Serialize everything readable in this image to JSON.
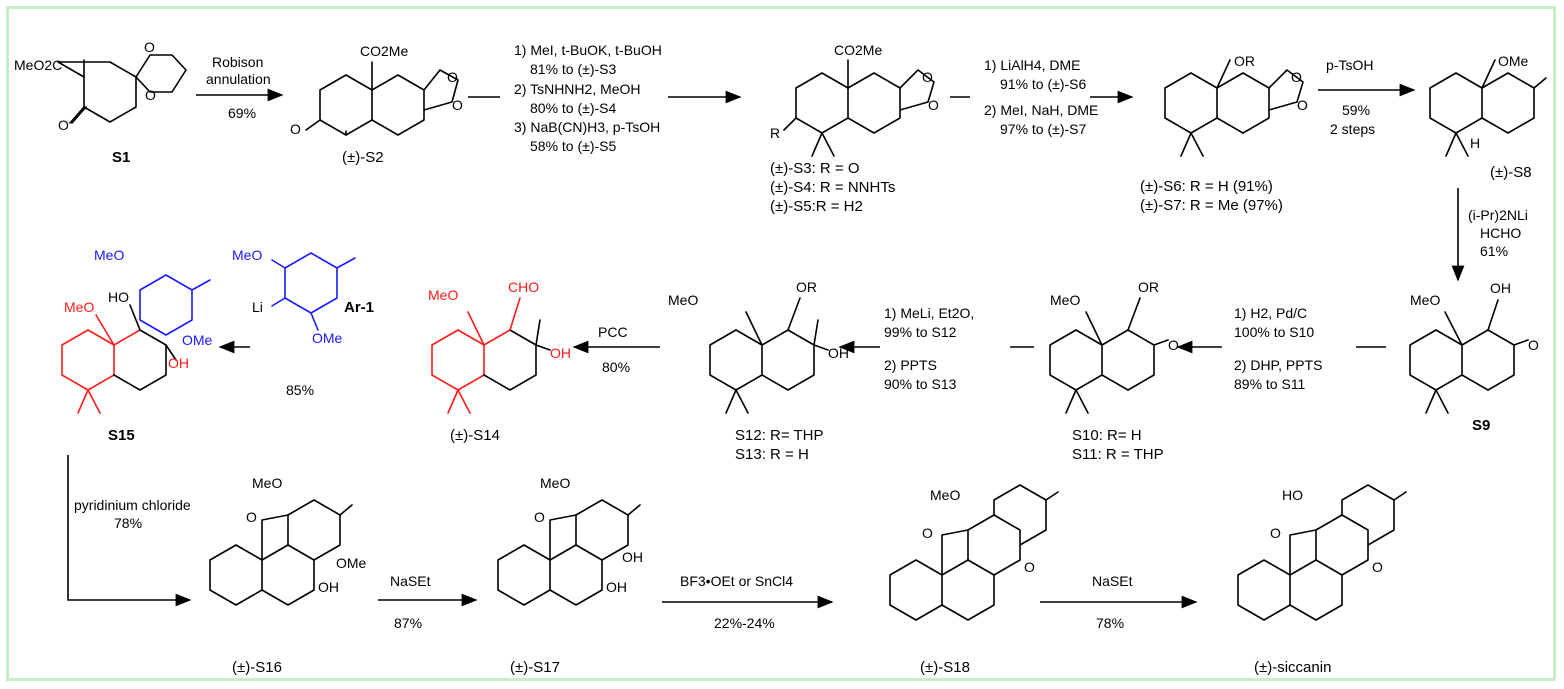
{
  "colors": {
    "frame": "#c9ecc9",
    "highlight_red": "#ff1a1a",
    "highlight_blue": "#1a1aff"
  },
  "compounds": {
    "s1": {
      "label": "S1",
      "sub": "MeO2C"
    },
    "s2": {
      "label": "(±)-S2",
      "sub": "CO2Me"
    },
    "s345": {
      "sub": "CO2Me",
      "r_label": "R",
      "lines": [
        "(±)-S3: R = O",
        "(±)-S4: R = NNHTs",
        "(±)-S5:R = H2"
      ]
    },
    "s67": {
      "sub": "OR",
      "lines": [
        "(±)-S6: R = H (91%)",
        "(±)-S7: R = Me (97%)"
      ]
    },
    "s8": {
      "label": "(±)-S8",
      "sub": "OMe"
    },
    "s9": {
      "label": "S9",
      "sub1": "MeO",
      "sub2": "OH"
    },
    "s1011": {
      "sub1": "MeO",
      "sub2": "OR",
      "lines": [
        "S10: R= H",
        "S11: R = THP"
      ]
    },
    "s1213": {
      "sub1": "MeO",
      "sub2": "OR",
      "oh": "OH",
      "lines": [
        "S12: R= THP",
        "S13: R = H"
      ]
    },
    "s14": {
      "label": "(±)-S14",
      "sub1": "MeO",
      "sub2": "CHO",
      "oh": "OH"
    },
    "ar1": {
      "label": "Ar-1",
      "ome1": "MeO",
      "ome2": "OMe",
      "li": "Li"
    },
    "s15": {
      "label": "S15",
      "meo": "MeO",
      "ho": "HO",
      "ome_top": "MeO",
      "ome_bot": "OMe",
      "oh": "OH"
    },
    "s16": {
      "label": "(±)-S16",
      "meo": "MeO",
      "ome": "OMe",
      "oh": "OH",
      "o": "O"
    },
    "s17": {
      "label": "(±)-S17",
      "meo": "MeO",
      "oh_ar": "OH",
      "oh": "OH",
      "o": "O"
    },
    "s18": {
      "label": "(±)-S18",
      "meo": "MeO",
      "o": "O"
    },
    "siccanin": {
      "label": "(±)-siccanin",
      "ho": "HO",
      "o": "O"
    }
  },
  "steps": {
    "step1": {
      "top": [
        "Robison",
        "annulation"
      ],
      "bottom": "69%"
    },
    "step2": {
      "lines": [
        "1) MeI, t-BuOK, t-BuOH",
        "81% to (±)-S3",
        "2) TsNHNH2, MeOH",
        "80% to (±)-S4",
        "3) NaB(CN)H3, p-TsOH",
        "58% to (±)-S5"
      ]
    },
    "step3": {
      "lines": [
        "1) LiAlH4, DME",
        "91% to (±)-S6",
        "2) MeI, NaH, DME",
        "97% to (±)-S7"
      ]
    },
    "step4": {
      "top": "p-TsOH",
      "bottom": [
        "59%",
        "2 steps"
      ]
    },
    "step5": {
      "lines": [
        "(i-Pr)2NLi",
        "HCHO",
        "61%"
      ]
    },
    "step6": {
      "lines": [
        "1) H2, Pd/C",
        "100% to S10",
        "2) DHP, PPTS",
        "89% to S11"
      ]
    },
    "step7": {
      "lines": [
        "1) MeLi, Et2O,",
        "99% to S12",
        "2)  PPTS",
        "90% to S13"
      ]
    },
    "step8": {
      "top": "PCC",
      "bottom": "80%"
    },
    "step9": {
      "bottom": "85%"
    },
    "step10": {
      "lines": [
        "pyridinium chloride",
        "78%"
      ]
    },
    "step11": {
      "top": "NaSEt",
      "bottom": "87%"
    },
    "step12": {
      "top": "BF3•OEt or SnCl4",
      "bottom": "22%-24%"
    },
    "step13": {
      "top": "NaSEt",
      "bottom": "78%"
    }
  }
}
